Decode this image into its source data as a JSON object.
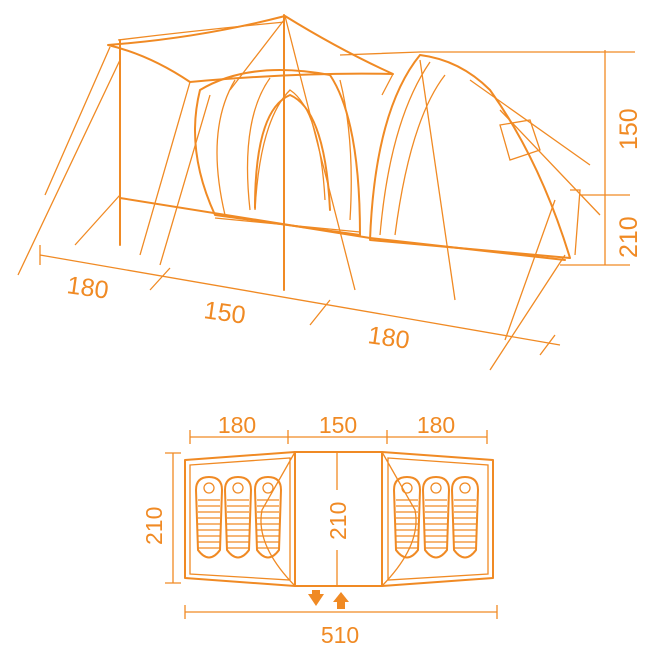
{
  "colors": {
    "line": "#F08A24",
    "background": "#ffffff"
  },
  "perspective_view": {
    "height_label": "150",
    "width_label": "210",
    "length_labels": [
      "180",
      "150",
      "180"
    ]
  },
  "floor_plan": {
    "section_labels": [
      "180",
      "150",
      "180"
    ],
    "side_width_label": "210",
    "center_width_label": "210",
    "total_length_label": "510",
    "sleeping_bags_per_room": 3,
    "entrance_icons": [
      "arrow-down-icon",
      "arrow-up-icon"
    ]
  }
}
